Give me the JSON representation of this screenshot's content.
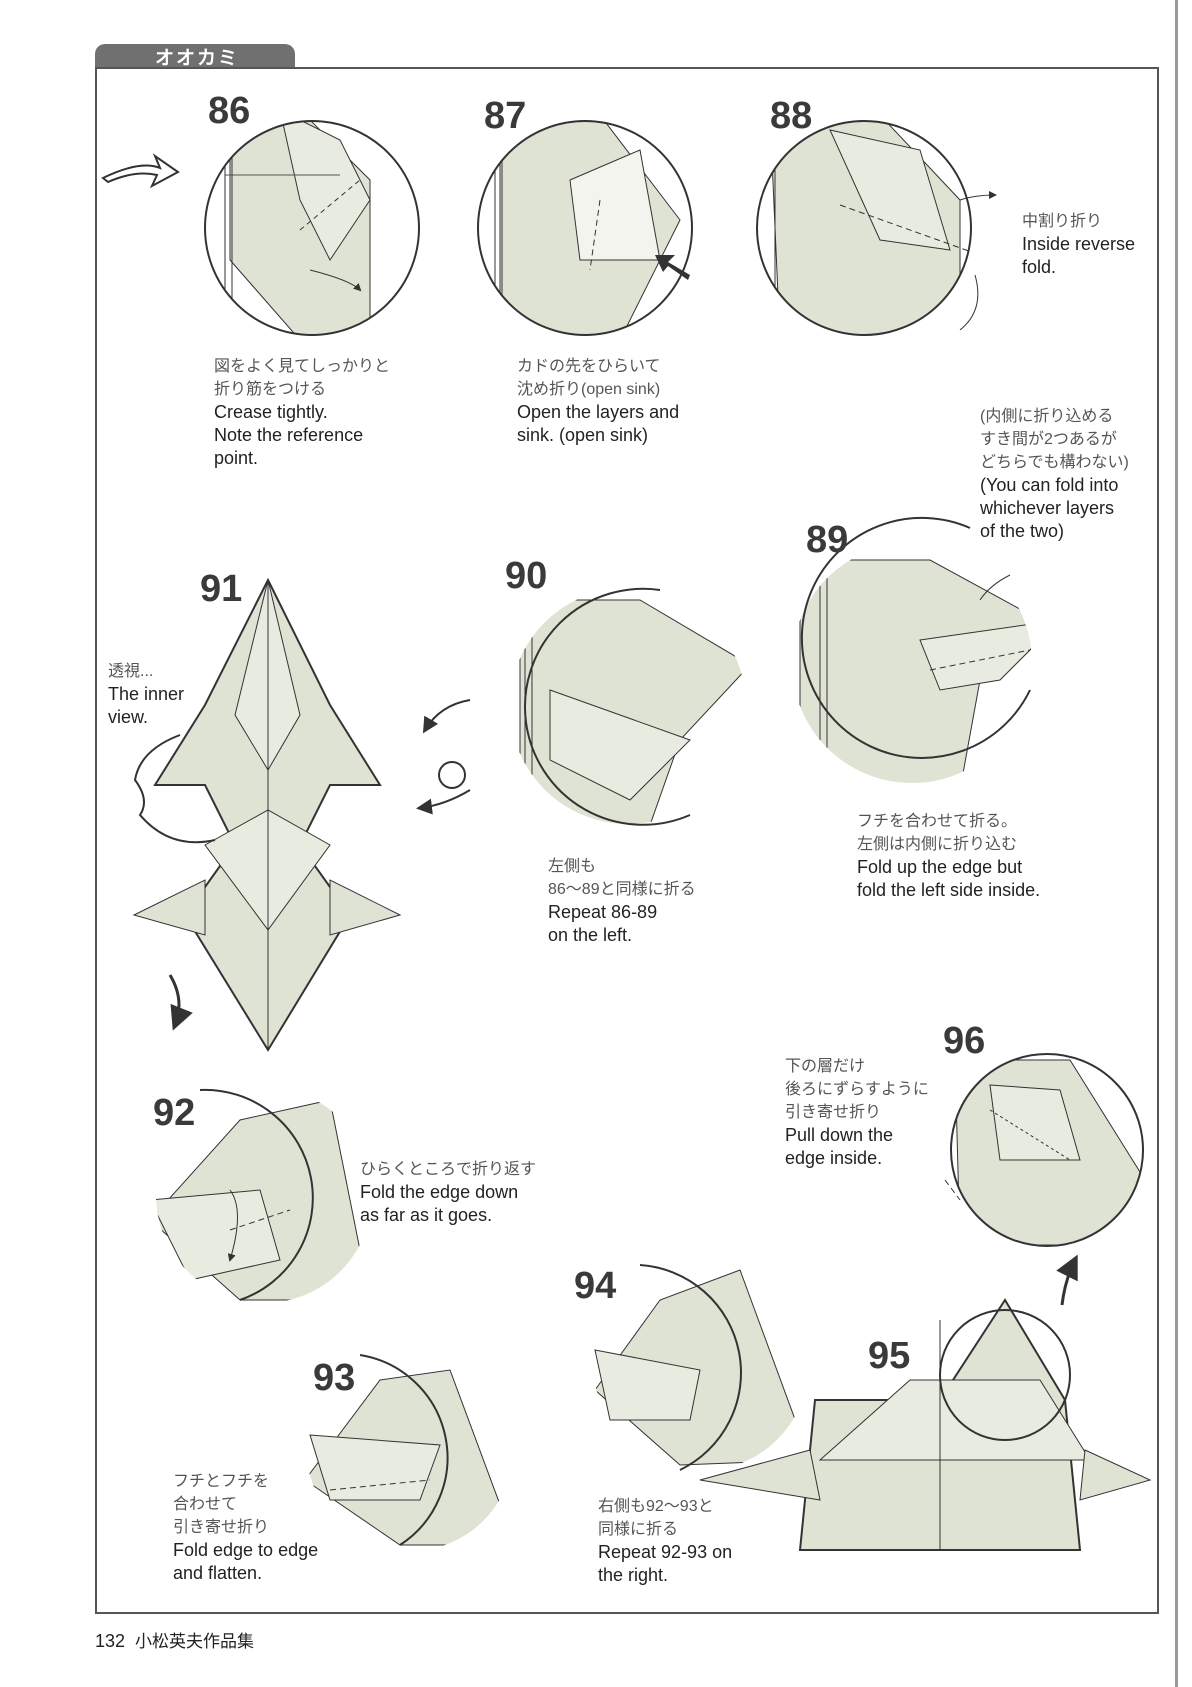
{
  "header": {
    "title": "オオカミ"
  },
  "steps": {
    "s86": {
      "num": "86",
      "jp1": "図をよく見てしっかりと",
      "jp2": "折り筋をつける",
      "en1": "Crease tightly.",
      "en2": "Note the reference",
      "en3": "point."
    },
    "s87": {
      "num": "87",
      "jp1": "カドの先をひらいて",
      "jp2": "沈め折り(open sink)",
      "en1": "Open the layers and",
      "en2": "sink. (open sink)"
    },
    "s88": {
      "num": "88",
      "jp1": "中割り折り",
      "en1": "Inside reverse",
      "en2": "fold."
    },
    "s89": {
      "num": "89",
      "note_jp1": "(内側に折り込める",
      "note_jp2": "すき間が2つあるが",
      "note_jp3": "どちらでも構わない)",
      "note_en1": "(You can fold into",
      "note_en2": "whichever layers",
      "note_en3": "of the two)",
      "jp1": "フチを合わせて折る。",
      "jp2": "左側は内側に折り込む",
      "en1": "Fold up the edge but",
      "en2": "fold the left side inside."
    },
    "s90": {
      "num": "90",
      "jp1": "左側も",
      "jp2": "86〜89と同様に折る",
      "en1": "Repeat 86-89",
      "en2": "on the left."
    },
    "s91": {
      "num": "91",
      "jp1": "透視...",
      "en1": "The inner",
      "en2": "view."
    },
    "s92": {
      "num": "92",
      "jp1": "ひらくところで折り返す",
      "en1": "Fold the edge down",
      "en2": "as far as it goes."
    },
    "s93": {
      "num": "93",
      "jp1": "フチとフチを",
      "jp2": "合わせて",
      "jp3": "引き寄せ折り",
      "en1": "Fold edge to edge",
      "en2": "and flatten."
    },
    "s94": {
      "num": "94",
      "jp1": "右側も92〜93と",
      "jp2": "同様に折る",
      "en1": "Repeat 92-93 on",
      "en2": "the right."
    },
    "s95": {
      "num": "95"
    },
    "s96": {
      "num": "96",
      "jp1": "下の層だけ",
      "jp2": "後ろにずらすように",
      "jp3": "引き寄せ折り",
      "en1": "Pull down the",
      "en2": "edge inside."
    }
  },
  "footer": {
    "page": "132",
    "book": "小松英夫作品集"
  },
  "colors": {
    "paper": "#dfe3d4",
    "line": "#3a3a3a",
    "header": "#707070"
  }
}
